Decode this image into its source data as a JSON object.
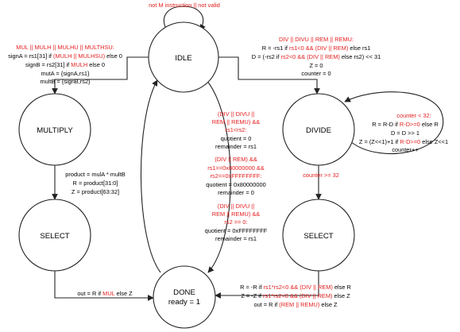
{
  "colors": {
    "condition": "#e41e1e",
    "text": "#000000",
    "stroke": "#222222"
  },
  "states": {
    "idle": "IDLE",
    "multiply": "MULTIPLY",
    "divide": "DIVIDE",
    "select_mul": "SELECT",
    "select_div": "SELECT",
    "done": "DONE",
    "done_sub": "ready = 1"
  },
  "idle_self_loop": {
    "condition": "not M instruction || not valid"
  },
  "idle_to_multiply": {
    "condition": "MUL || MULH || MULHU || MULTHSU:",
    "sign_a_1": "signA = rs1[31] if ",
    "sign_a_2": "(MULH || MULHSU)",
    "sign_a_3": " else 0",
    "sign_b_1": "signB = rs2[31] if ",
    "sign_b_2": "MULH",
    "sign_b_3": " else 0",
    "mut_a": "mutA = {signA,rs1}",
    "mult_b": "multB = {signB,rs2}"
  },
  "multiply_to_select": {
    "product": "product = mulA * multB",
    "r": "R = product[31:0]",
    "z": "Z = product[63:32]"
  },
  "select_to_done": {
    "part1": "out = R if ",
    "part2": "MUL",
    "part3": " else Z"
  },
  "idle_to_divide": {
    "condition": "DIV || DIVU || REM || REMU:",
    "r_1": "R = -rs1 if ",
    "r_2": "rs1<0 && (DIV || REM)",
    "r_3": " else rs1",
    "d_1": "D = (-rs2 if ",
    "d_2": "rs2<0 && (DIV || REM)",
    "d_3": " else rs2) << 31",
    "z": "Z = 0",
    "counter": "counter = 0"
  },
  "divide_loop": {
    "condition": "counter < 32:",
    "r_1": "R = R-D if ",
    "r_2": "R-D>=0",
    "r_3": " else R",
    "d": "D = D >> 1",
    "z_1": "Z = (Z<<1)+1 if ",
    "z_2": "R-D>=0",
    "z_3": " else Z<<1",
    "inc": "counter++"
  },
  "divide_to_select": {
    "condition": "counter >= 32"
  },
  "select_div_to_done": {
    "r_1": "R = -R if ",
    "r_2": "rs1*rs2<0 && (DIV || REM)",
    "r_3": " else R",
    "z_1": "Z = -Z if ",
    "z_2": "rs1*rs2<0 && (DIV || REM)",
    "z_3": " else Z",
    "out_1": "out = R if ",
    "out_2": "(REM || REMU)",
    "out_3": " else Z"
  },
  "idle_to_done": {
    "c1_line1": "(DIV || DIVU ||",
    "c1_line2": "REM || REMU) &&",
    "c1_line3": "rs1<rs2:",
    "c1_q": "quotient = 0",
    "c1_r": "remainder = rs1",
    "c2_line1": "(DIV || REM) &&",
    "c2_line2": "rs1==0x80000000 &&",
    "c2_line3": "rs2==0xFFFFFFFF:",
    "c2_q": "quotient = 0x80000000",
    "c2_r": "remainder = 0",
    "c3_line1": "(DIV || DIVU ||",
    "c3_line2": "REM || REMU) &&",
    "c3_line3": "rs2 == 0:",
    "c3_q": "quotient = 0xFFFFFFFF",
    "c3_r": "remainder = rs1"
  }
}
